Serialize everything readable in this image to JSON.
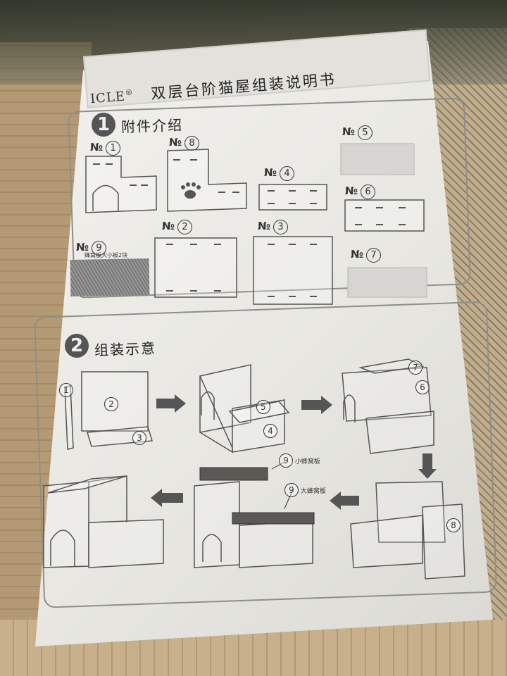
{
  "document": {
    "brand": "ICLE",
    "brand_mark": "®",
    "title": "双层台阶猫屋组装说明书"
  },
  "sections": [
    {
      "number": "1",
      "title": "附件介绍"
    },
    {
      "number": "2",
      "title": "组装示意"
    }
  ],
  "parts": [
    {
      "prefix": "№",
      "num": "1"
    },
    {
      "prefix": "№",
      "num": "8"
    },
    {
      "prefix": "№",
      "num": "4"
    },
    {
      "prefix": "№",
      "num": "5"
    },
    {
      "prefix": "№",
      "num": "6"
    },
    {
      "prefix": "№",
      "num": "9"
    },
    {
      "prefix": "№",
      "num": "2"
    },
    {
      "prefix": "№",
      "num": "3"
    },
    {
      "prefix": "№",
      "num": "7"
    }
  ],
  "honeycomb_caption": "蜂窝板大小板2块",
  "assembly": {
    "step1_labels": [
      "1",
      "2",
      "3"
    ],
    "step2_labels": [
      "5",
      "4"
    ],
    "step3_labels": [
      "7",
      "6"
    ],
    "step4_labels": [
      "8"
    ],
    "small_board": {
      "num": "9",
      "text": "小蜂窝板"
    },
    "large_board": {
      "num": "9",
      "text": "大蜂窝板"
    }
  },
  "colors": {
    "ink": "#333333",
    "paper": "#f0efeb",
    "arrow": "#555555"
  }
}
